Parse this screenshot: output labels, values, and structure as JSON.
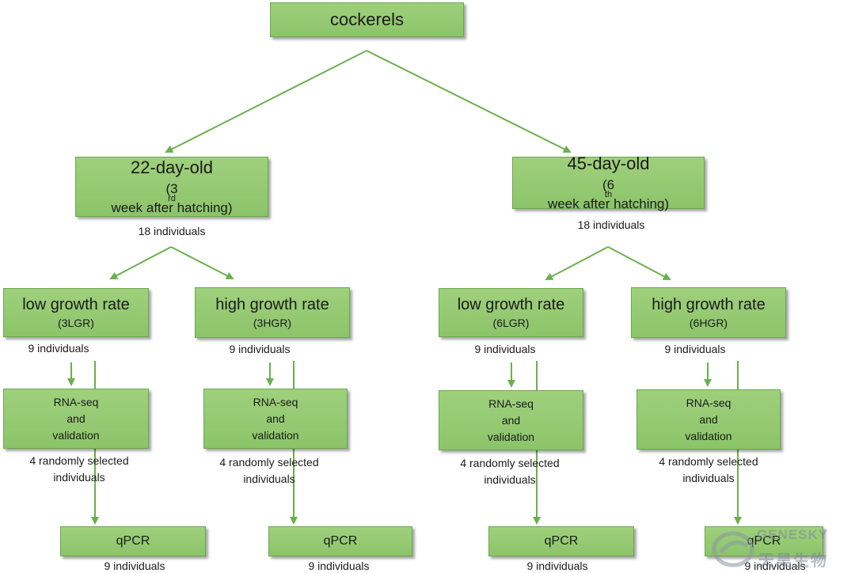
{
  "root": {
    "label": "cockerels"
  },
  "ages": [
    {
      "title": "22-day-old",
      "sub_prefix": "(3",
      "sub_sup": "rd",
      "sub_suffix": " week after hatching)",
      "count": "18 individuals",
      "groups": [
        {
          "title": "low growth rate",
          "code": "(3LGR)",
          "count": "9 individuals",
          "rna_lines": [
            "RNA-seq",
            "and",
            "validation"
          ],
          "selected_lines": [
            "4 randomly selected",
            "individuals"
          ],
          "qpcr": "qPCR",
          "qpcr_count": "9 individuals"
        },
        {
          "title": "high growth rate",
          "code": "(3HGR)",
          "count": "9 individuals",
          "rna_lines": [
            "RNA-seq",
            "and",
            "validation"
          ],
          "selected_lines": [
            "4 randomly selected",
            "individuals"
          ],
          "qpcr": "qPCR",
          "qpcr_count": "9 individuals"
        }
      ]
    },
    {
      "title": "45-day-old",
      "sub_prefix": "(6",
      "sub_sup": "th",
      "sub_suffix": " week after hatching)",
      "count": "18 individuals",
      "groups": [
        {
          "title": "low growth rate",
          "code": "(6LGR)",
          "count": "9 individuals",
          "rna_lines": [
            "RNA-seq",
            "and",
            "validation"
          ],
          "selected_lines": [
            "4 randomly selected",
            "individuals"
          ],
          "qpcr": "qPCR",
          "qpcr_count": "9 individuals"
        },
        {
          "title": "high growth rate",
          "code": "(6HGR)",
          "count": "9 individuals",
          "rna_lines": [
            "RNA-seq",
            "and",
            "validation"
          ],
          "selected_lines": [
            "4 randomly selected",
            "individuals"
          ],
          "qpcr": "qPCR",
          "qpcr_count": "9 individuals"
        }
      ]
    }
  ],
  "watermark": {
    "latin": "GENESKY",
    "chinese": "天昊生物"
  },
  "colors": {
    "box_fill": "#8cc46a",
    "box_border": "#6aa84f",
    "arrow": "#6ab04c"
  }
}
